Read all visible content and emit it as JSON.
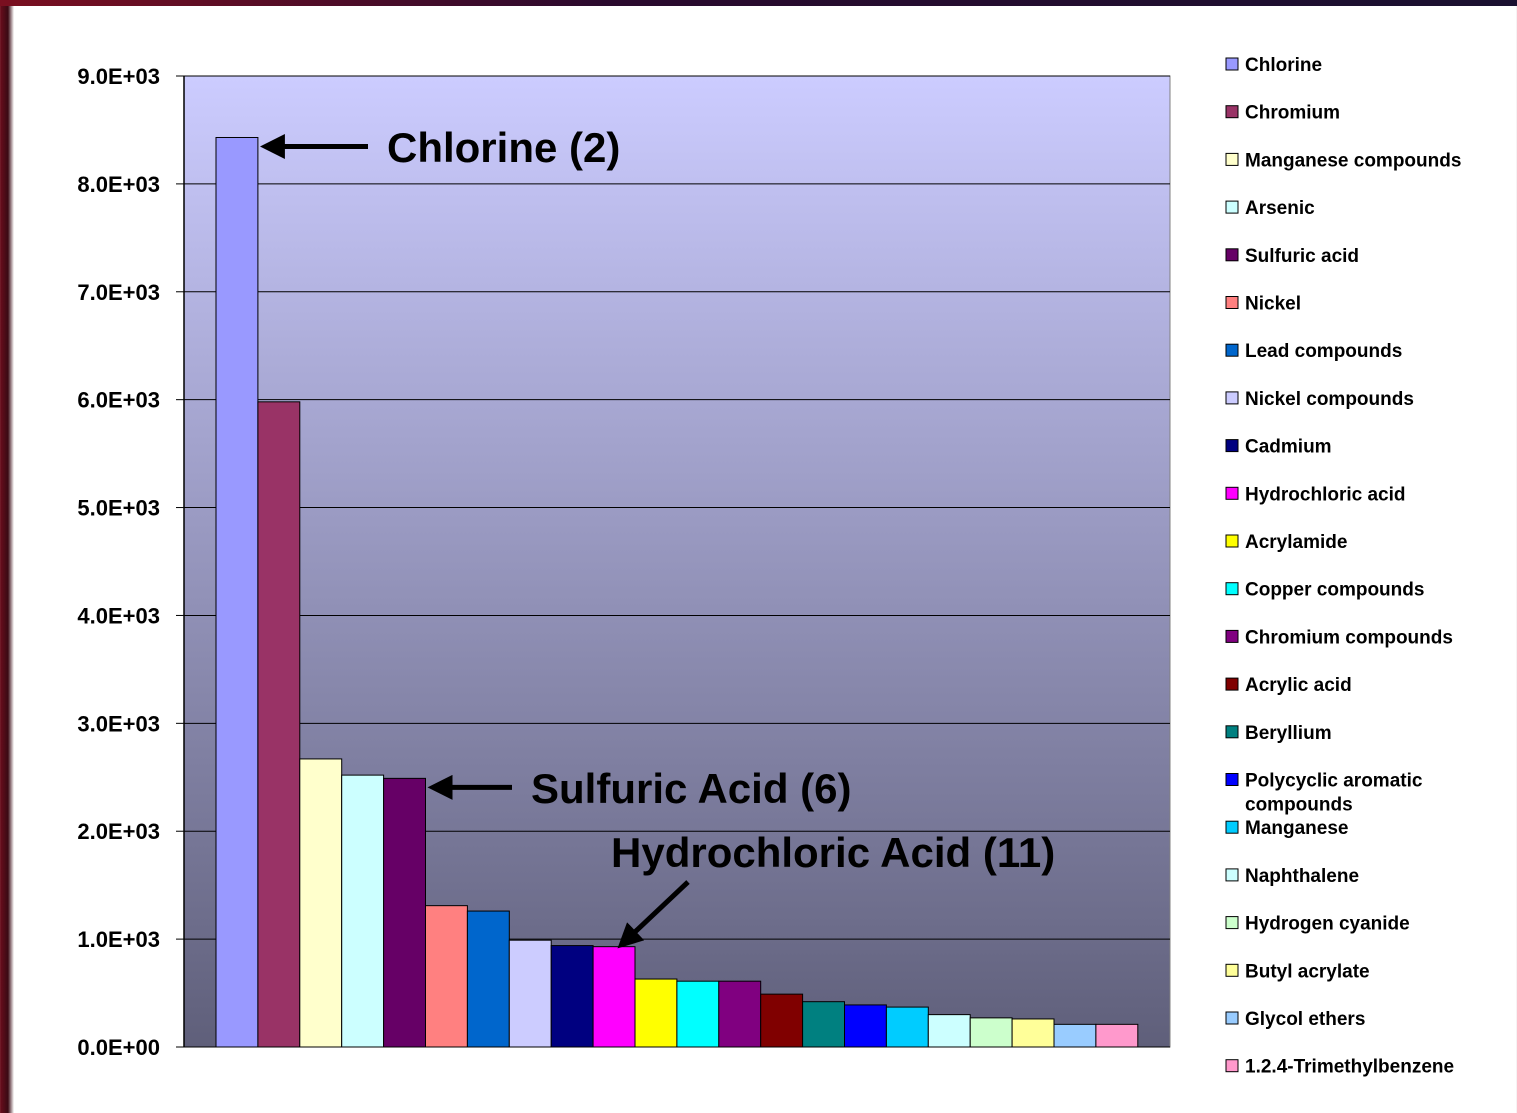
{
  "chart_data": {
    "type": "bar",
    "ylim": [
      0,
      9000
    ],
    "yticks": [
      "0.0E+00",
      "1.0E+03",
      "2.0E+03",
      "3.0E+03",
      "4.0E+03",
      "5.0E+03",
      "6.0E+03",
      "7.0E+03",
      "8.0E+03",
      "9.0E+03"
    ],
    "grid": true,
    "legend_position": "right",
    "series": [
      {
        "name": "Chlorine",
        "value": 8430,
        "color": "#9999ff"
      },
      {
        "name": "Chromium",
        "value": 5980,
        "color": "#993366"
      },
      {
        "name": "Manganese compounds",
        "value": 2670,
        "color": "#ffffcc"
      },
      {
        "name": "Arsenic",
        "value": 2520,
        "color": "#ccffff"
      },
      {
        "name": "Sulfuric acid",
        "value": 2490,
        "color": "#660066"
      },
      {
        "name": "Nickel",
        "value": 1310,
        "color": "#ff8080"
      },
      {
        "name": "Lead compounds",
        "value": 1260,
        "color": "#0066cc"
      },
      {
        "name": "Nickel compounds",
        "value": 990,
        "color": "#ccccff"
      },
      {
        "name": "Cadmium",
        "value": 940,
        "color": "#000080"
      },
      {
        "name": "Hydrochloric acid",
        "value": 930,
        "color": "#ff00ff"
      },
      {
        "name": "Acrylamide",
        "value": 630,
        "color": "#ffff00"
      },
      {
        "name": "Copper compounds",
        "value": 610,
        "color": "#00ffff"
      },
      {
        "name": "Chromium compounds",
        "value": 610,
        "color": "#800080"
      },
      {
        "name": "Acrylic acid",
        "value": 490,
        "color": "#800000"
      },
      {
        "name": "Beryllium",
        "value": 420,
        "color": "#008080"
      },
      {
        "name": "Polycyclic aromatic compounds",
        "value": 390,
        "color": "#0000ff"
      },
      {
        "name": "Manganese",
        "value": 370,
        "color": "#00ccff"
      },
      {
        "name": "Naphthalene",
        "value": 300,
        "color": "#ccffff"
      },
      {
        "name": "Hydrogen cyanide",
        "value": 270,
        "color": "#ccffcc"
      },
      {
        "name": "Butyl acrylate",
        "value": 260,
        "color": "#ffff99"
      },
      {
        "name": "Glycol ethers",
        "value": 210,
        "color": "#99ccff"
      },
      {
        "name": "1.2.4-Trimethylbenzene",
        "value": 210,
        "color": "#ff99cc"
      }
    ],
    "legend_labels": [
      [
        "Chlorine"
      ],
      [
        "Chromium"
      ],
      [
        "Manganese compounds"
      ],
      [
        "Arsenic"
      ],
      [
        "Sulfuric acid"
      ],
      [
        "Nickel"
      ],
      [
        "Lead compounds"
      ],
      [
        "Nickel compounds"
      ],
      [
        "Cadmium"
      ],
      [
        "Hydrochloric acid"
      ],
      [
        "Acrylamide"
      ],
      [
        "Copper compounds"
      ],
      [
        "Chromium compounds"
      ],
      [
        "Acrylic acid"
      ],
      [
        "Beryllium"
      ],
      [
        "Polycyclic aromatic",
        "compounds"
      ],
      [
        "Manganese"
      ],
      [
        "Naphthalene"
      ],
      [
        "Hydrogen cyanide"
      ],
      [
        "Butyl acrylate"
      ],
      [
        "Glycol ethers"
      ],
      [
        "1.2.4-Trimethylbenzene"
      ]
    ],
    "annotations": [
      {
        "text": "Chlorine (2)",
        "series_index": 0
      },
      {
        "text": "Sulfuric Acid (6)",
        "series_index": 4
      },
      {
        "text": "Hydrochloric Acid (11)",
        "series_index": 9
      }
    ]
  }
}
